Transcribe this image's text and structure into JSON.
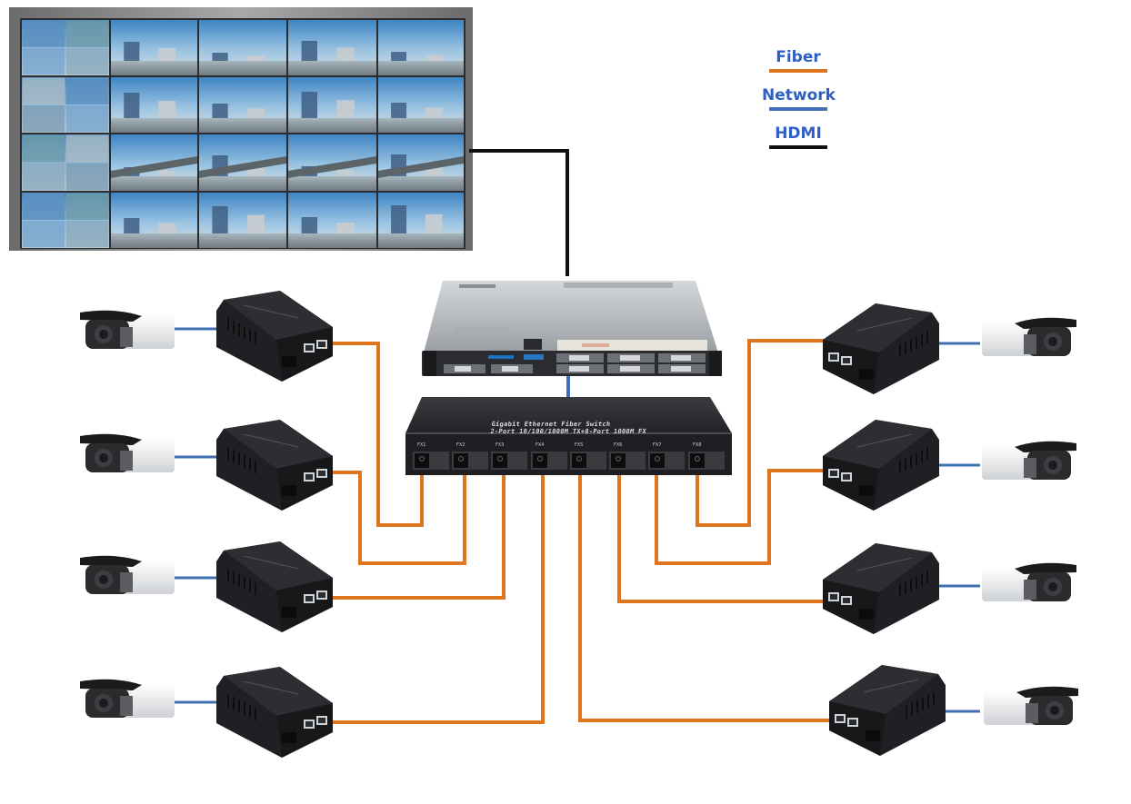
{
  "legend": {
    "items": [
      {
        "label": "Fiber",
        "color": "#e07520"
      },
      {
        "label": "Network",
        "color": "#3f6fb0"
      },
      {
        "label": "HDMI",
        "color": "#111111"
      }
    ]
  },
  "colors": {
    "fiber": "#e07520",
    "network": "#3f6fb0",
    "hdmi": "#111111",
    "device_dark": "#232427",
    "server_silver": "#b9bcc0"
  },
  "switch": {
    "label_line1": "Gigabit Ethernet Fiber Switch",
    "label_line2": "2-Port 10/100/1000M TX+8-Port 1000M FX",
    "ports": [
      "FX1",
      "FX2",
      "FX3",
      "FX4",
      "FX5",
      "FX6",
      "FX7",
      "FX8"
    ]
  },
  "nodes": {
    "video_wall": {
      "icon": "video-wall-icon"
    },
    "server": {
      "icon": "rack-server-icon"
    },
    "cameras": {
      "count": 8,
      "icon": "bullet-camera-icon"
    },
    "converters": {
      "count": 8,
      "icon": "media-converter-icon"
    }
  }
}
